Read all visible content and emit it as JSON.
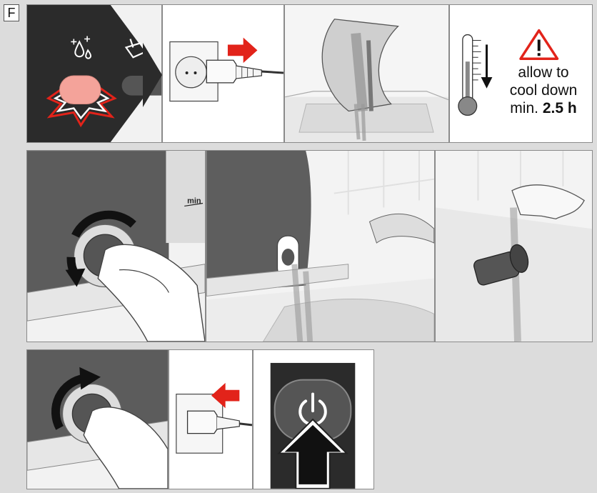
{
  "step": {
    "label": "F"
  },
  "warning": {
    "line1": "allow to",
    "line2": "cool down",
    "line3_prefix": "min.",
    "line3_value": "2.5 h"
  },
  "tank": {
    "min_label": "min"
  },
  "colors": {
    "accent_red": "#e2231a",
    "panel_dark": "#2b2b2b",
    "button_pink": "#f4a39a"
  },
  "icons": [
    "steam-drop-icon",
    "descale-icon",
    "plug-in-arrow-icon",
    "thermometer-icon",
    "warning-triangle-icon",
    "power-icon",
    "rotate-arrow-icon"
  ]
}
